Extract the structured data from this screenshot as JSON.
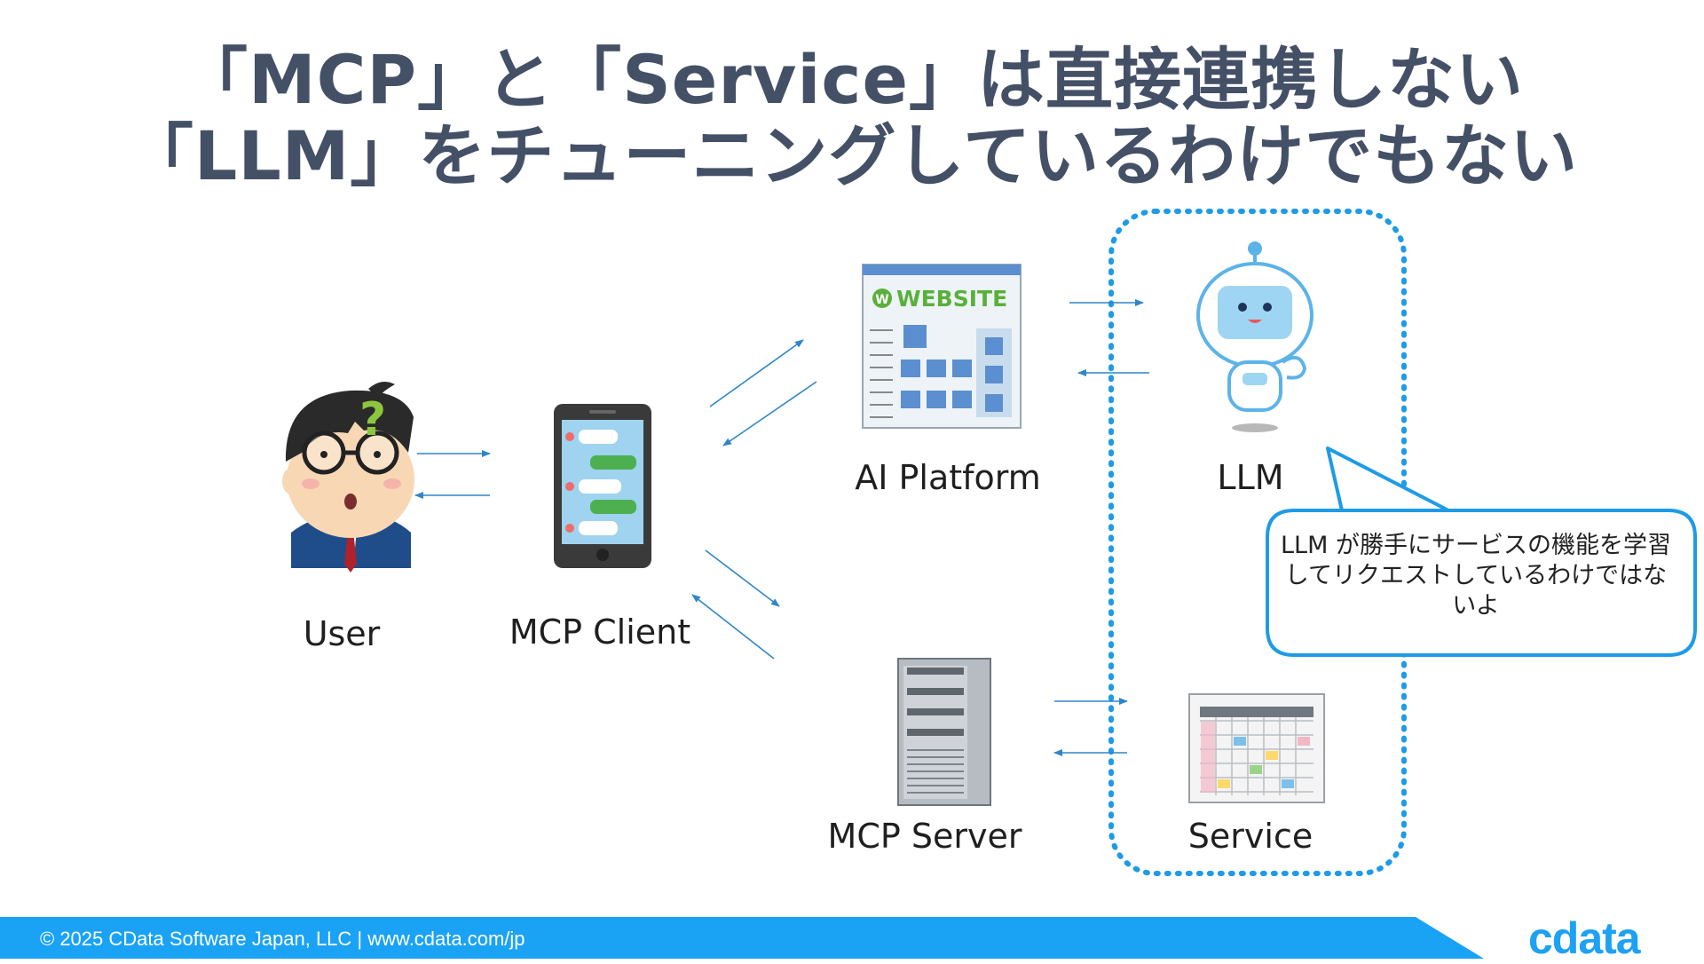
{
  "title": {
    "line1": "「MCP」と「Service」は直接連携しない",
    "line2": "「LLM」をチューニングしているわけでもない"
  },
  "nodes": {
    "user": "User",
    "mcp_client": "MCP Client",
    "ai_platform": "AI Platform",
    "llm": "LLM",
    "mcp_server": "MCP Server",
    "service": "Service"
  },
  "website_illustration": {
    "text": "WEBSITE",
    "badge": "W"
  },
  "callout": {
    "text": "LLM が勝手にサービスの機能を学習してリクエストしているわけではないよ"
  },
  "footer": {
    "copyright": "© 2025 CData Software Japan, LLC |  www.cdata.com/jp"
  },
  "logo": {
    "text": "cdata"
  },
  "colors": {
    "title": "#445066",
    "arrow": "#2f86c7",
    "dotted_group": "#1e9be6",
    "footer": "#1aa3f5",
    "accent": "#1da1f2"
  }
}
